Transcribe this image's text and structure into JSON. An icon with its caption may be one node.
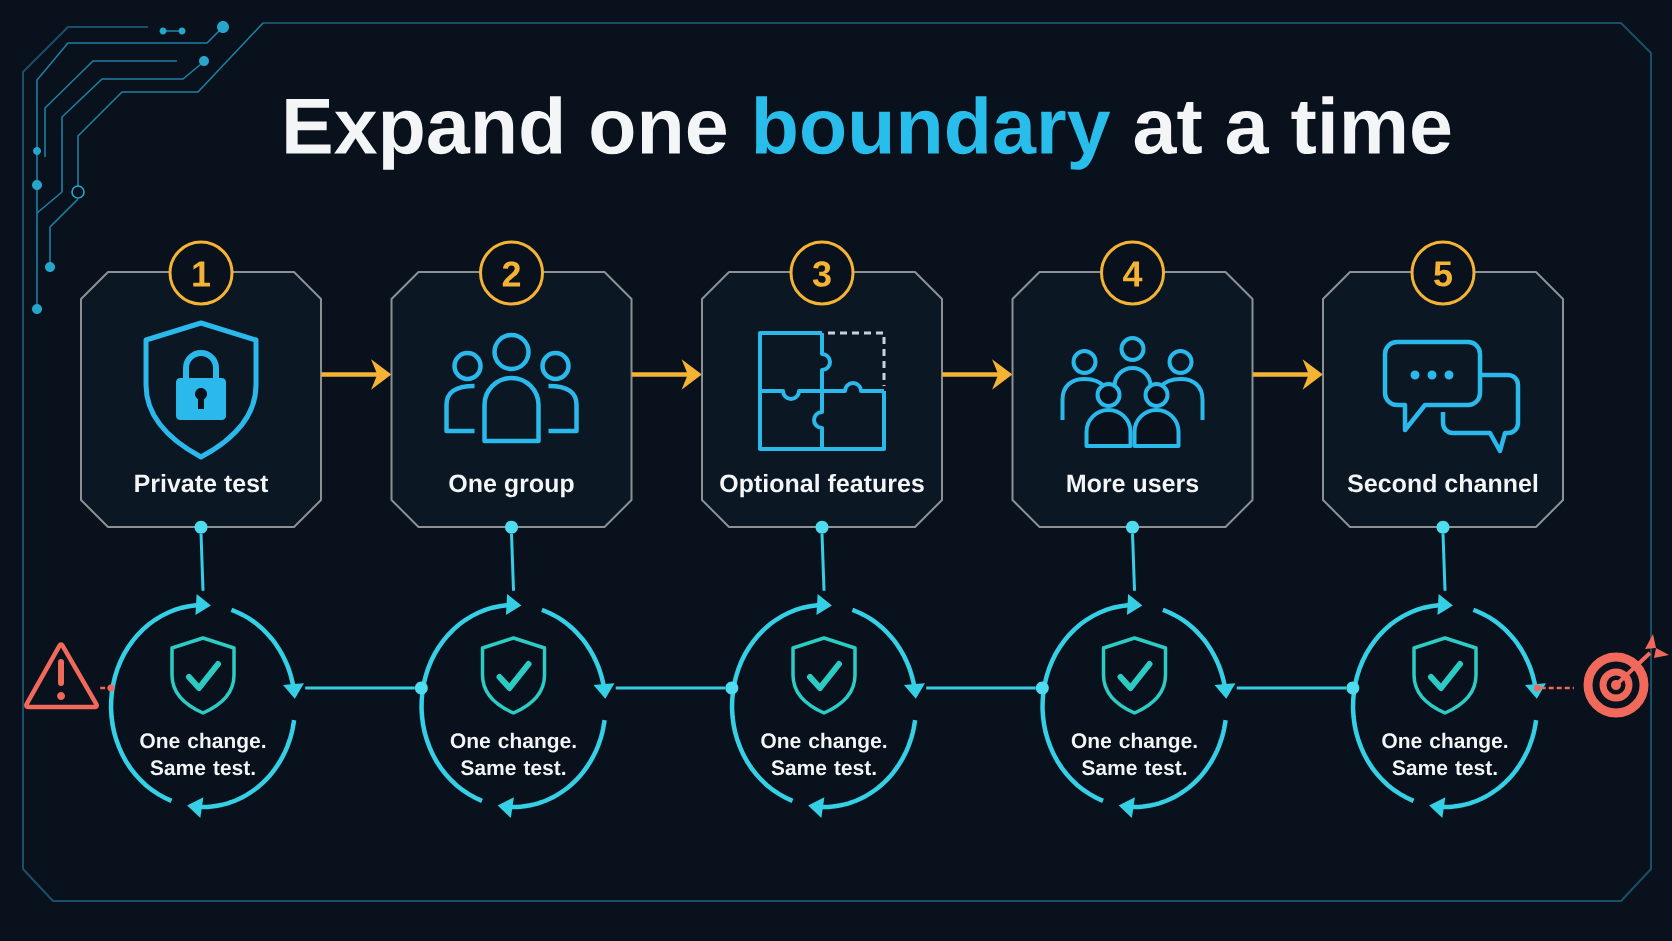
{
  "diagram": {
    "title": "Expand one **boundary** at a time",
    "nodes": [
      {
        "text": [
          "1",
          "Private test"
        ]
      },
      {
        "text": [
          "2",
          "One group"
        ]
      },
      {
        "text": [
          "3",
          "Optional features"
        ]
      },
      {
        "text": [
          "4",
          "More users"
        ]
      },
      {
        "text": [
          "5",
          "Second channel"
        ]
      },
      {
        "text": [
          "One change. Same test."
        ]
      },
      {
        "text": [
          "One change. Same test."
        ]
      },
      {
        "text": [
          "One change. Same test."
        ]
      },
      {
        "text": [
          "One change. Same test."
        ]
      },
      {
        "text": [
          "One change. Same test."
        ]
      },
      {
        "text": [],
        "shape": "picture"
      },
      {
        "text": [],
        "shape": "picture"
      }
    ],
    "edges": [
      {
        "from": 0,
        "to": 1,
        "arrow": "to",
        "color": "#f5b335"
      },
      {
        "from": 1,
        "to": 2,
        "arrow": "to",
        "color": "#f5b335"
      },
      {
        "from": 2,
        "to": 3,
        "arrow": "to",
        "color": "#f5b335"
      },
      {
        "from": 3,
        "to": 4,
        "arrow": "to",
        "color": "#f5b335"
      },
      {
        "from": 0,
        "to": 5,
        "arrow": "none"
      },
      {
        "from": 1,
        "to": 6,
        "arrow": "none"
      },
      {
        "from": 2,
        "to": 7,
        "arrow": "none"
      },
      {
        "from": 3,
        "to": 8,
        "arrow": "none"
      },
      {
        "from": 4,
        "to": 9,
        "arrow": "none"
      },
      {
        "from": 5,
        "to": 6,
        "arrow": "none"
      },
      {
        "from": 6,
        "to": 7,
        "arrow": "none"
      },
      {
        "from": 7,
        "to": 8,
        "arrow": "none"
      },
      {
        "from": 8,
        "to": 9,
        "arrow": "none"
      },
      {
        "from": 10,
        "to": 5,
        "arrow": "none",
        "style": "dashed",
        "color": "#f0695a"
      },
      {
        "from": 9,
        "to": 11,
        "arrow": "none",
        "style": "dashed",
        "color": "#f0695a"
      }
    ]
  }
}
